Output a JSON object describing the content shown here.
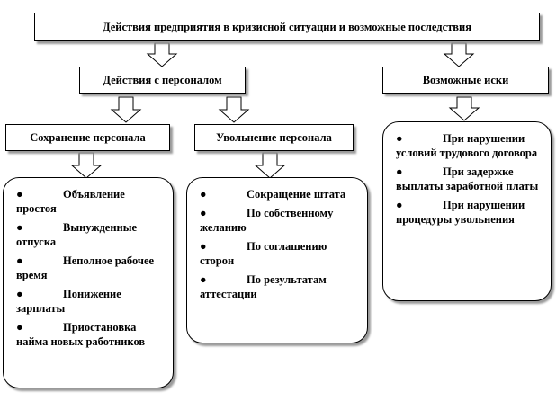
{
  "diagram": {
    "root": "Действия предприятия в кризисной ситуации и возможные последствия",
    "personnel_actions": "Действия с персоналом",
    "possible_claims": "Возможные иски",
    "retention": "Сохранение персонала",
    "dismissal": "Увольнение персонала",
    "retention_items": [
      "Объявление простоя",
      "Вынужденные отпуска",
      "Неполное рабочее время",
      "Понижение зарплаты",
      "Приостановка найма новых работников"
    ],
    "dismissal_items": [
      "Сокращение штата",
      "По собственному желанию",
      "По соглашению сторон",
      "По результатам аттестации"
    ],
    "claims_items": [
      "При нарушении условий трудового договора",
      "При задержке выплаты заработной платы",
      "При нарушении процедуры увольнения"
    ]
  }
}
